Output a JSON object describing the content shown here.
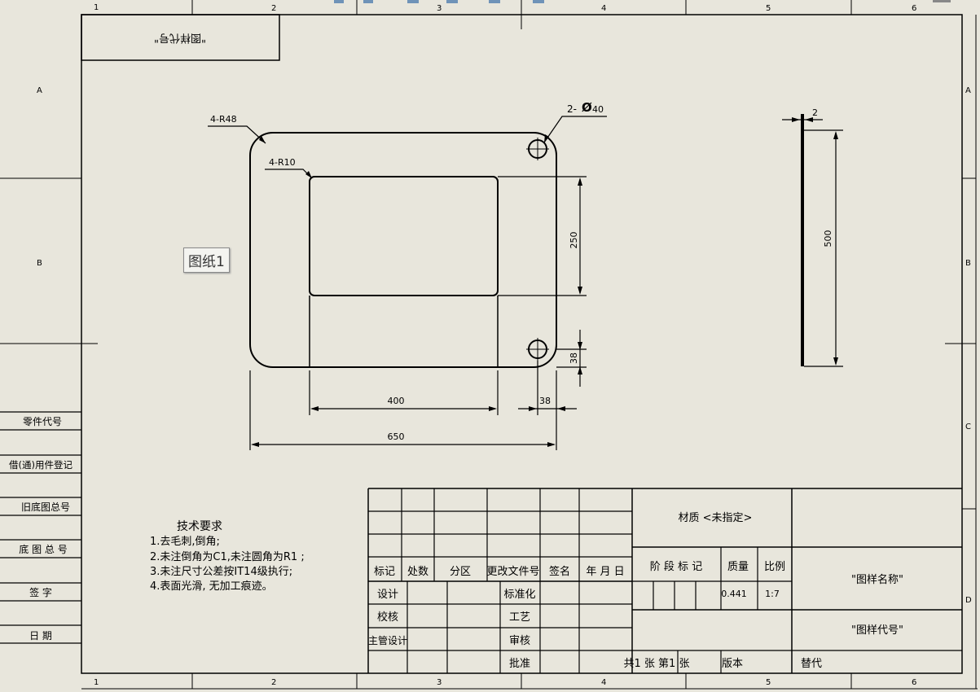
{
  "sheet_tab": "图纸1",
  "zones": {
    "columns": [
      "1",
      "2",
      "3",
      "4",
      "5",
      "6"
    ],
    "rows": [
      "A",
      "B",
      "C",
      "D"
    ]
  },
  "drawing_code_box": "\"图样代号\"",
  "left_column_fields": [
    "零件代号",
    "借(通)用件登记",
    "旧底图总号",
    "底 图 总 号",
    "签   字",
    "日   期"
  ],
  "dims": {
    "r_outer": "4-R48",
    "r_inner": "4-R10",
    "holes": "2-",
    "hole_dia": "40",
    "thickness": "2",
    "d250": "250",
    "d38v": "38",
    "d400": "400",
    "d38h": "38",
    "d650": "650",
    "d500": "500"
  },
  "tech_req": {
    "title": "技术要求",
    "items": [
      "1.去毛刺,倒角;",
      "2.未注倒角为C1,未注圆角为R1 ;",
      "3.未注尺寸公差按IT14级执行;",
      "4.表面光滑, 无加工痕迹。"
    ]
  },
  "title_block": {
    "headers": [
      "标记",
      "处数",
      "分区",
      "更改文件号",
      "签名",
      "年 月 日"
    ],
    "roles_left": [
      "设计",
      "校核",
      "主管设计"
    ],
    "roles_mid": [
      "标准化",
      "工艺",
      "审核",
      "批准"
    ],
    "material": "材质 <未指定>",
    "stage_label": "阶 段 标 记",
    "mass_label": "质量",
    "scale_label": "比例",
    "mass_value": "0.441",
    "scale_value": "1:7",
    "sheets": "共1 张  第1 张",
    "version": "版本",
    "replace": "替代",
    "name": "\"图样名称\"",
    "code": "\"图样代号\""
  }
}
